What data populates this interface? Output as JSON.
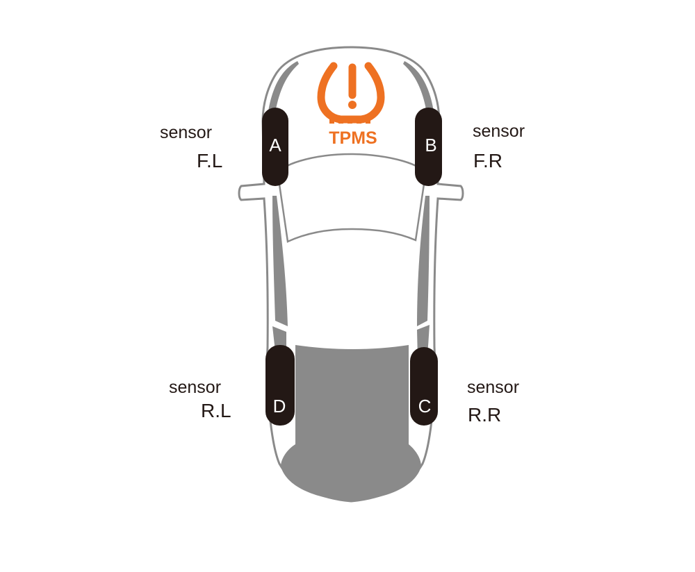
{
  "colors": {
    "accent": "#EE7122",
    "tire": "#231815",
    "body_gray": "#8A8A8A",
    "outline": "#8A8A8A"
  },
  "icon": {
    "name": "tpms-warning-icon",
    "label": "TPMS"
  },
  "tires": [
    {
      "id": "A",
      "sensor_label": "sensor",
      "position": "F.L"
    },
    {
      "id": "B",
      "sensor_label": "sensor",
      "position": "F.R"
    },
    {
      "id": "C",
      "sensor_label": "sensor",
      "position": "R.R"
    },
    {
      "id": "D",
      "sensor_label": "sensor",
      "position": "R.L"
    }
  ]
}
